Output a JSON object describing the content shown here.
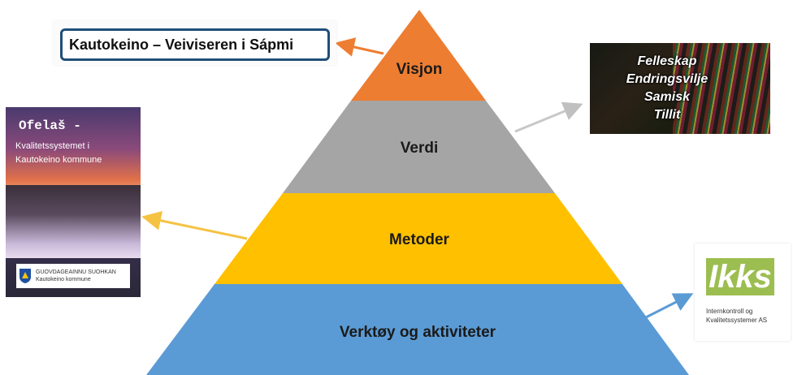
{
  "pyramid": {
    "tiers": [
      {
        "label": "Visjon",
        "color": "#ed7d31"
      },
      {
        "label": "Verdi",
        "color": "#a5a5a5"
      },
      {
        "label": "Metoder",
        "color": "#ffc000"
      },
      {
        "label": "Verktøy og aktiviteter",
        "color": "#5b9bd5"
      }
    ]
  },
  "vision_card": {
    "text": "Kautokeino – Veiviseren i Sápmi",
    "border_color": "#1f4e79"
  },
  "values_card": {
    "items": [
      "Felleskap",
      "Endringsvilje",
      "Samisk",
      "Tillit"
    ]
  },
  "booklet": {
    "title": "Ofelaš -",
    "subtitle_line1": "Kvalitetssystemet i",
    "subtitle_line2": "Kautokeino kommune",
    "footer_line1": "GUOVDAGEAINNU SUOHKAN",
    "footer_line2": "Kautokeino kommune"
  },
  "ikks_logo": {
    "mark": "Ikks",
    "caption_line1": "Internkontroll og",
    "caption_line2": "Kvalitetssystemer AS"
  }
}
